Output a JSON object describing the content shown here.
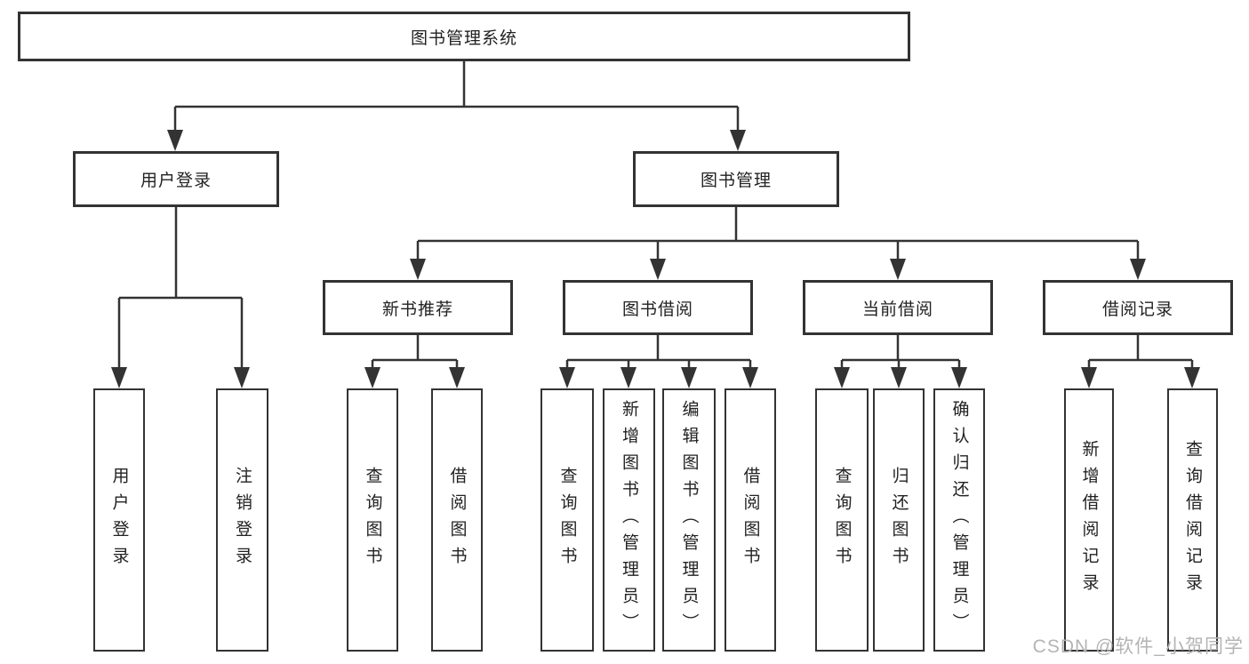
{
  "tree": {
    "label": "图书管理系统",
    "children": [
      {
        "label": "用户登录",
        "children": [
          {
            "label": "用户登录"
          },
          {
            "label": "注销登录"
          }
        ]
      },
      {
        "label": "图书管理",
        "children": [
          {
            "label": "新书推荐",
            "children": [
              {
                "label": "查询图书"
              },
              {
                "label": "借阅图书"
              }
            ]
          },
          {
            "label": "图书借阅",
            "children": [
              {
                "label": "查询图书"
              },
              {
                "label": "新增图书（管理员）"
              },
              {
                "label": "编辑图书（管理员）"
              },
              {
                "label": "借阅图书"
              }
            ]
          },
          {
            "label": "当前借阅",
            "children": [
              {
                "label": "查询图书"
              },
              {
                "label": "归还图书"
              },
              {
                "label": "确认归还（管理员）"
              }
            ]
          },
          {
            "label": "借阅记录",
            "children": [
              {
                "label": "新增借阅记录"
              },
              {
                "label": "查询借阅记录"
              }
            ]
          }
        ]
      }
    ]
  },
  "watermark": {
    "text": "CSDN @软件_小贺同学"
  },
  "colors": {
    "line": "#333333",
    "text": "#222222",
    "watermark": "#b4b4b4",
    "background": "#ffffff"
  }
}
